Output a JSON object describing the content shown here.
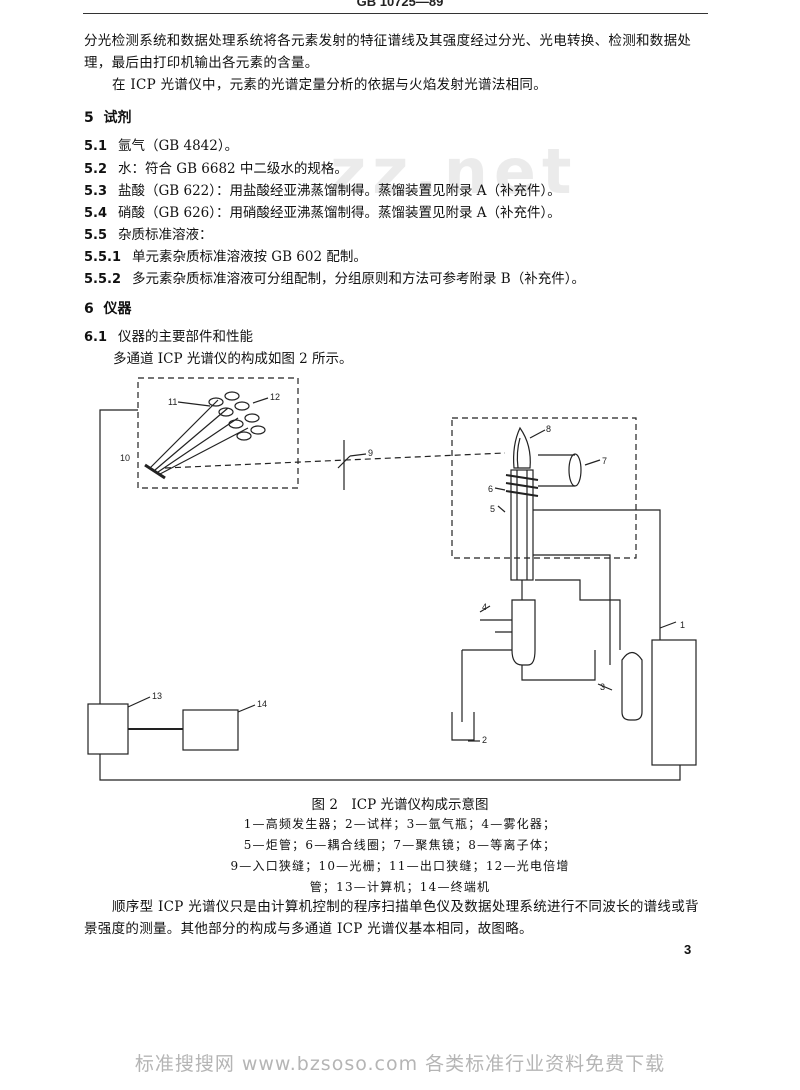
{
  "header": {
    "standard_code": "GB 10725—89"
  },
  "intro": {
    "para1": "分光检测系统和数据处理系统将各元素发射的特征谱线及其强度经过分光、光电转换、检测和数据处理，最后由打印机输出各元素的含量。",
    "para2": "在 ICP 光谱仪中，元素的光谱定量分析的依据与火焰发射光谱法相同。"
  },
  "section5": {
    "number": "5",
    "title": "试剂",
    "items": [
      {
        "num": "5.1",
        "text": "氩气（GB 4842）。"
      },
      {
        "num": "5.2",
        "text": "水：符合 GB 6682 中二级水的规格。"
      },
      {
        "num": "5.3",
        "text": "盐酸（GB 622）：用盐酸经亚沸蒸馏制得。蒸馏装置见附录 A（补充件）。"
      },
      {
        "num": "5.4",
        "text": "硝酸（GB 626）：用硝酸经亚沸蒸馏制得。蒸馏装置见附录 A（补充件）。"
      },
      {
        "num": "5.5",
        "text": "杂质标准溶液："
      },
      {
        "num": "5.5.1",
        "text": "单元素杂质标准溶液按 GB 602 配制。"
      },
      {
        "num": "5.5.2",
        "text": "多元素杂质标准溶液可分组配制，分组原则和方法可参考附录 B（补充件）。"
      }
    ]
  },
  "section6": {
    "number": "6",
    "title": "仪器",
    "sub_num": "6.1",
    "sub_title": "仪器的主要部件和性能",
    "sub_text": "多通道 ICP 光谱仪的构成如图 2 所示。"
  },
  "figure": {
    "caption": "图 2　ICP 光谱仪构成示意图",
    "labels": [
      "1",
      "2",
      "3",
      "4",
      "5",
      "6",
      "7",
      "8",
      "9",
      "10",
      "11",
      "12",
      "13",
      "14"
    ],
    "legend": [
      "1—高频发生器；2—试样；3—氩气瓶；4—雾化器；",
      "5—炬管；6—耦合线圈；7—聚焦镜；8—等离子体；",
      "9—入口狭缝；10—光栅；11—出口狭缝；12—光电倍增",
      "管；13—计算机；14—终端机"
    ]
  },
  "closing": {
    "para": "顺序型 ICP 光谱仪只是由计算机控制的程序扫描单色仪及数据处理系统进行不同波长的谱线或背景强度的测量。其他部分的构成与多通道 ICP 光谱仪基本相同，故图略。"
  },
  "page_number": "3",
  "watermarks": {
    "stamp": "zz.net",
    "footer": "标准搜搜网 www.bzsoso.com 各类标准行业资料免费下载"
  }
}
